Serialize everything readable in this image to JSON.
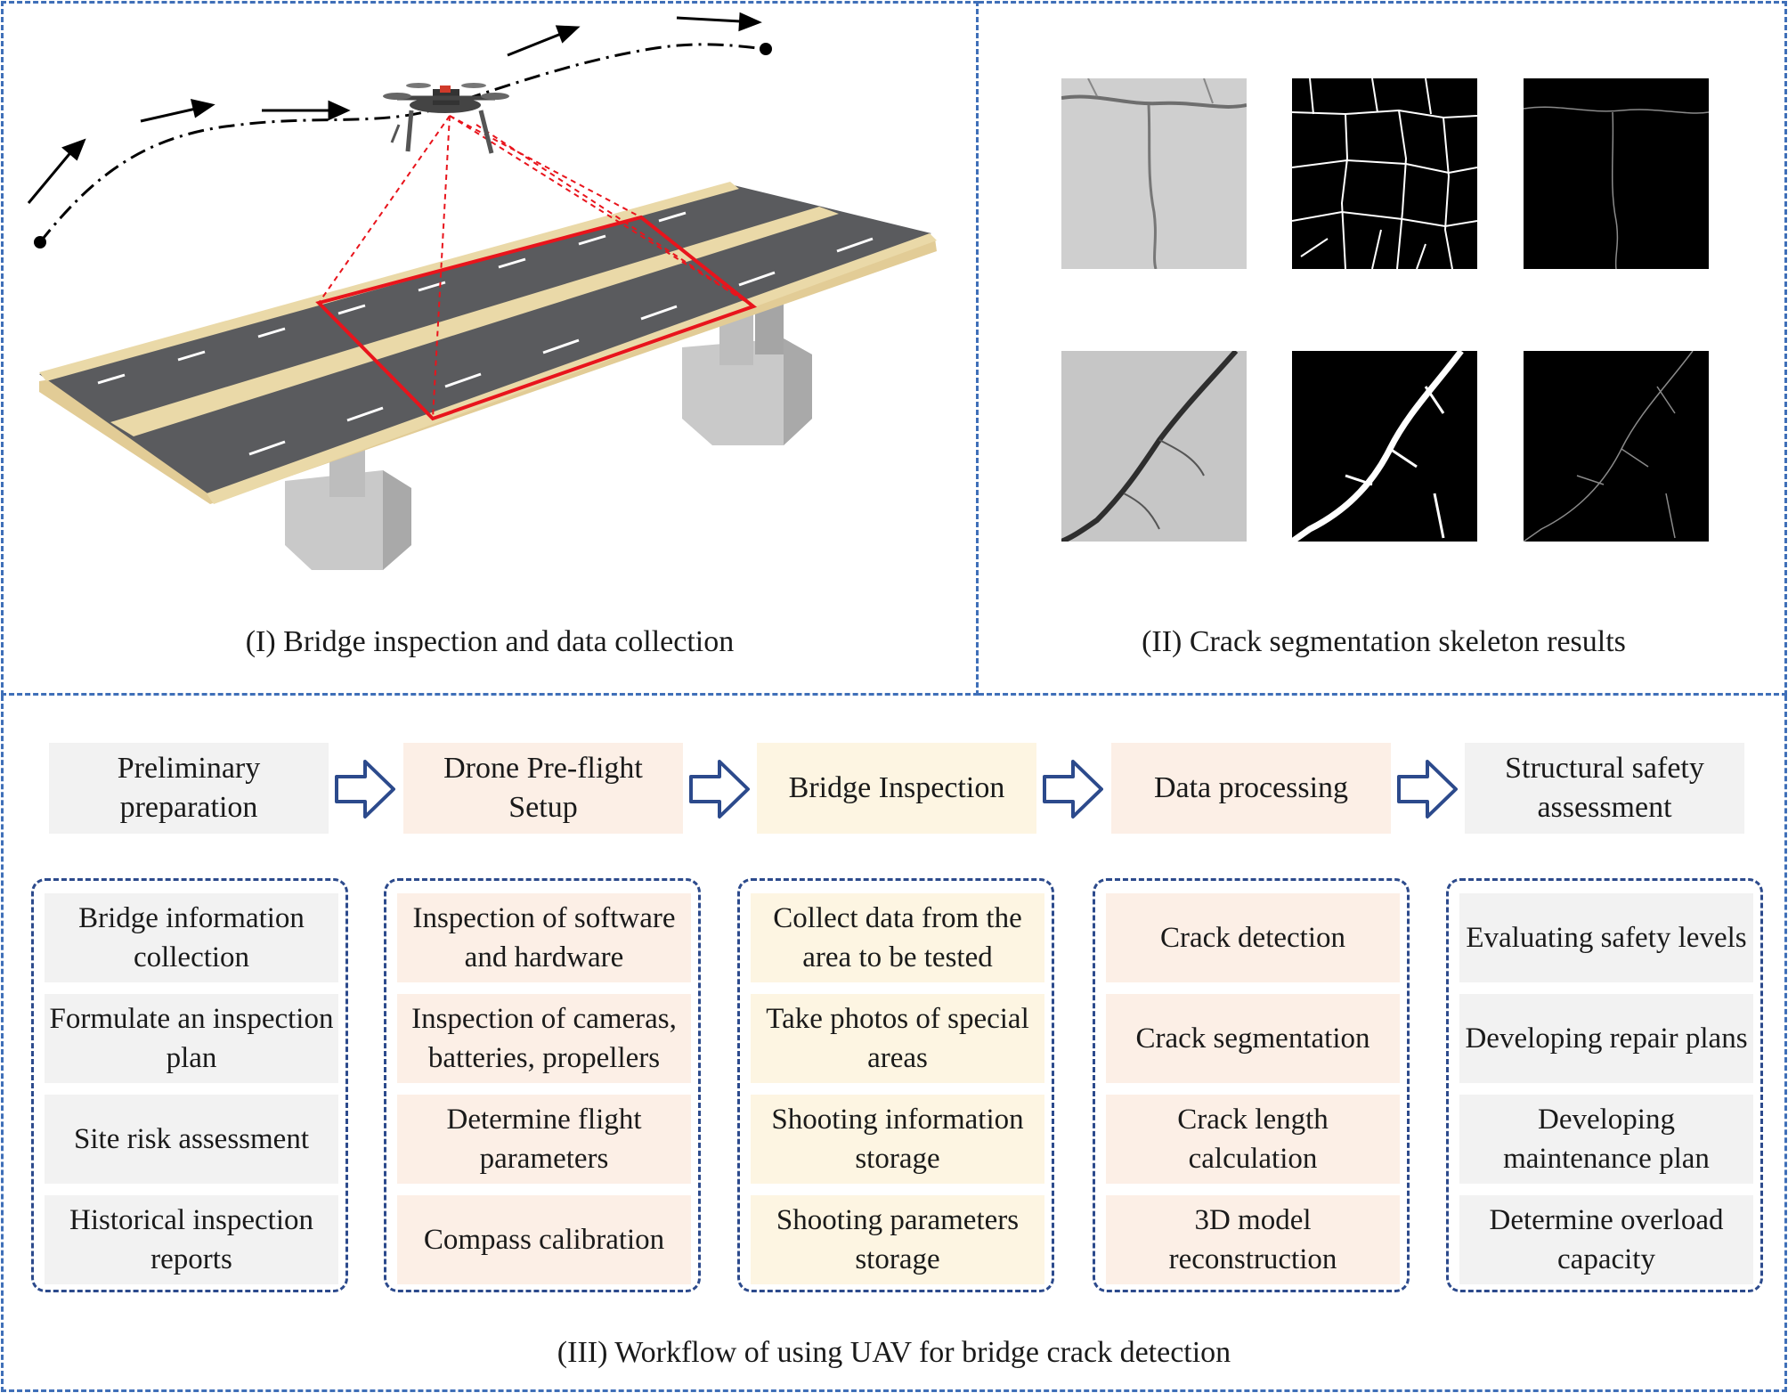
{
  "panels": {
    "bridge": {
      "caption": "(I) Bridge inspection and data collection"
    },
    "cracks": {
      "caption": "(II) Crack segmentation skeleton results",
      "images": [
        "crack-photo-1",
        "crack-mask-1",
        "crack-skeleton-1",
        "crack-photo-2",
        "crack-mask-2",
        "crack-skeleton-2"
      ]
    },
    "workflow": {
      "caption": "(III) Workflow of using UAV for bridge crack detection"
    }
  },
  "workflow": {
    "stages": [
      {
        "title": "Preliminary preparation",
        "items": [
          "Bridge information collection",
          "Formulate an inspection plan",
          "Site risk assessment",
          "Historical inspection reports"
        ]
      },
      {
        "title": "Drone Pre-flight Setup",
        "items": [
          "Inspection of software and hardware",
          "Inspection of cameras, batteries, propellers",
          "Determine flight parameters",
          "Compass calibration"
        ]
      },
      {
        "title": "Bridge Inspection",
        "items": [
          "Collect data from the area to be tested",
          "Take photos of special areas",
          "Shooting information storage",
          "Shooting parameters storage"
        ]
      },
      {
        "title": "Data processing",
        "items": [
          "Crack detection",
          "Crack segmentation",
          "Crack length calculation",
          "3D model reconstruction"
        ]
      },
      {
        "title": "Structural safety assessment",
        "items": [
          "Evaluating safety levels",
          "Developing repair plans",
          "Developing maintenance plan",
          "Determine overload capacity"
        ]
      }
    ]
  },
  "colors": {
    "panel_border": "#3f6fb8",
    "group_border": "#2c4a8c",
    "arrow": "#2c4a8c",
    "gray_fill": "#f2f2f2",
    "peach_fill": "#fcefe6",
    "yellow_fill": "#fdf5e2",
    "inspection_area": "#e8141c",
    "bridge_rail": "#ead9a8",
    "road": "#58595b"
  }
}
